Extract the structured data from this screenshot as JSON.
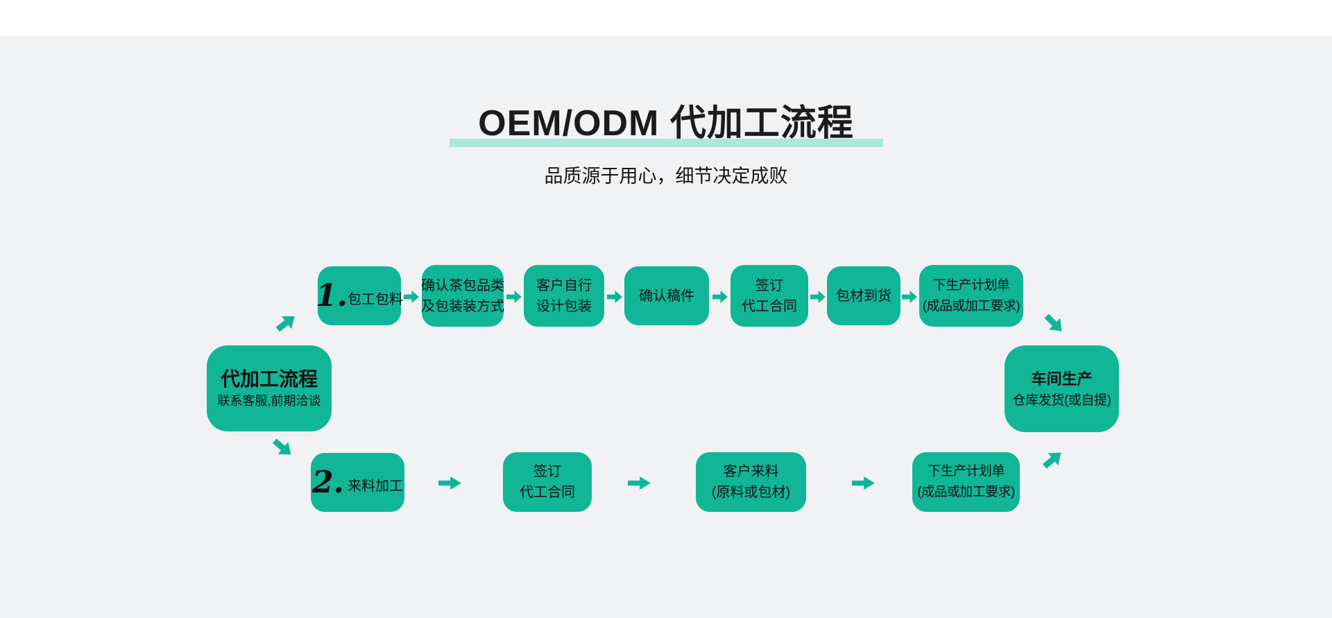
{
  "colors": {
    "accent_teal": "#11b697",
    "underline_mint": "#abe8d9",
    "background": "#f1f2f4",
    "topbar": "#ffffff",
    "text_dark": "#161616"
  },
  "icons": {
    "arrow_right": "block-arrow-right",
    "arrow_up_right": "block-arrow-up-right",
    "arrow_down_right": "block-arrow-down-right"
  },
  "header": {
    "title": "OEM/ODM 代加工流程",
    "subtitle": "品质源于用心，细节决定成败"
  },
  "flow": {
    "start": {
      "title": "代加工流程",
      "subtitle": "联系客服,前期洽谈"
    },
    "branch1": {
      "number": "1.",
      "label": "包工包料",
      "steps": [
        {
          "line1": "确认茶包品类",
          "line2": "及包装装方式"
        },
        {
          "line1": "客户自行",
          "line2": "设计包装"
        },
        {
          "line1": "确认稿件"
        },
        {
          "line1": "签订",
          "line2": "代工合同"
        },
        {
          "line1": "包材到货"
        },
        {
          "line1": "下生产计划单",
          "line2": "(成品或加工要求)"
        }
      ]
    },
    "branch2": {
      "number": "2.",
      "label": "来料加工",
      "steps": [
        {
          "line1": "签订",
          "line2": "代工合同"
        },
        {
          "line1": "客户来料",
          "line2": "(原料或包材)"
        },
        {
          "line1": "下生产计划单",
          "line2": "(成品或加工要求)"
        }
      ]
    },
    "end": {
      "line1": "车间生产",
      "line2": "仓库发货(或自提)"
    }
  }
}
